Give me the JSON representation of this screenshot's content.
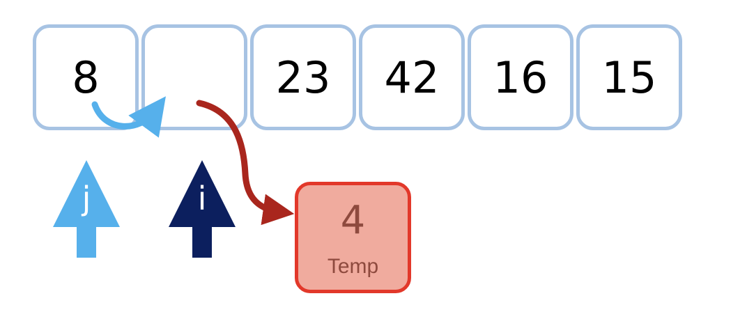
{
  "array": {
    "cells": [
      {
        "value": "8"
      },
      {
        "value": ""
      },
      {
        "value": "23"
      },
      {
        "value": "42"
      },
      {
        "value": "16"
      },
      {
        "value": "15"
      }
    ]
  },
  "pointers": {
    "j": {
      "label": "j",
      "color": "#56b0eb"
    },
    "i": {
      "label": "i",
      "color": "#0c1f5e"
    }
  },
  "temp": {
    "value": "4",
    "label": "Temp"
  },
  "colors": {
    "cell_border": "#a7c3e3",
    "move_arrow": "#56b0eb",
    "temp_arrow": "#a9261d",
    "temp_border": "#e2382a",
    "temp_fill": "#f0ab9e"
  }
}
